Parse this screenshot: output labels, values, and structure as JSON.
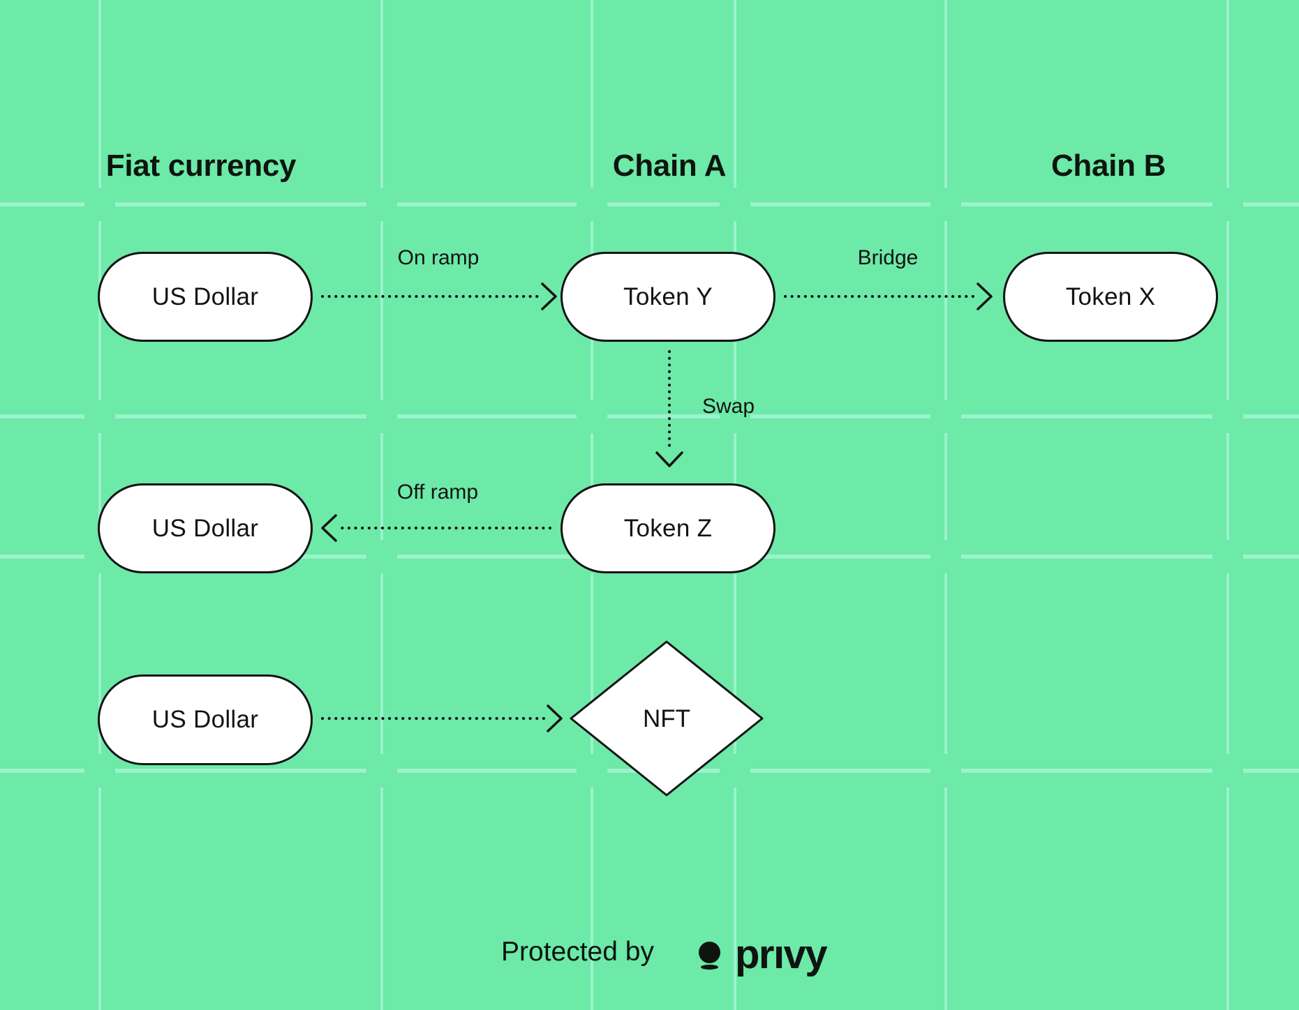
{
  "palette": {
    "background": "#6DE9A8",
    "grid_line": "#9AF3CA",
    "stroke_and_text": "#131313",
    "node_fill": "#FFFFFF"
  },
  "columns": [
    {
      "label": "Fiat currency"
    },
    {
      "label": "Chain A"
    },
    {
      "label": "Chain B"
    }
  ],
  "nodes": [
    {
      "id": "usd-row1",
      "label": "US Dollar",
      "shape": "pill",
      "column": "Fiat currency",
      "row": 1
    },
    {
      "id": "token-y",
      "label": "Token Y",
      "shape": "pill",
      "column": "Chain A",
      "row": 1
    },
    {
      "id": "token-x",
      "label": "Token X",
      "shape": "pill",
      "column": "Chain B",
      "row": 1
    },
    {
      "id": "usd-row2",
      "label": "US Dollar",
      "shape": "pill",
      "column": "Fiat currency",
      "row": 2
    },
    {
      "id": "token-z",
      "label": "Token Z",
      "shape": "pill",
      "column": "Chain A",
      "row": 2
    },
    {
      "id": "usd-row3",
      "label": "US Dollar",
      "shape": "pill",
      "column": "Fiat currency",
      "row": 3
    },
    {
      "id": "nft",
      "label": "NFT",
      "shape": "diamond",
      "column": "Chain A",
      "row": 3
    }
  ],
  "edges": [
    {
      "label": "On ramp",
      "from": "usd-row1",
      "to": "token-y",
      "direction": "right",
      "style": "dotted"
    },
    {
      "label": "Bridge",
      "from": "token-y",
      "to": "token-x",
      "direction": "right",
      "style": "dotted"
    },
    {
      "label": "Swap",
      "from": "token-y",
      "to": "token-z",
      "direction": "down",
      "style": "dotted"
    },
    {
      "label": "Off ramp",
      "from": "token-z",
      "to": "usd-row2",
      "direction": "left",
      "style": "dotted"
    },
    {
      "label": "",
      "from": "usd-row3",
      "to": "nft",
      "direction": "right",
      "style": "dotted"
    }
  ],
  "footer": {
    "protected_text": "Protected by",
    "brand": "privy",
    "wordmark_display": "prıvy"
  }
}
